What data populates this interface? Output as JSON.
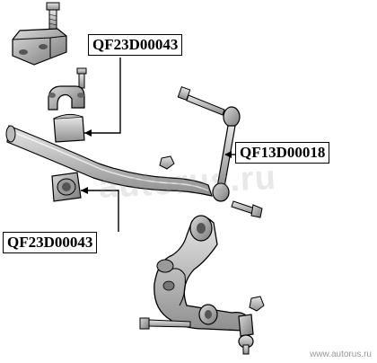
{
  "labels": {
    "stabilizer_bushing_top": "QF23D00043",
    "stabilizer_link": "QF13D00018",
    "stabilizer_bushing_bottom": "QF23D00043"
  },
  "watermark": "autorus.ru",
  "source_url": "www.autorus.ru",
  "colors": {
    "part_fill": "#c8c8c8",
    "part_shadow": "#8c8c8c",
    "outline": "#000000",
    "leader": "#000000"
  }
}
